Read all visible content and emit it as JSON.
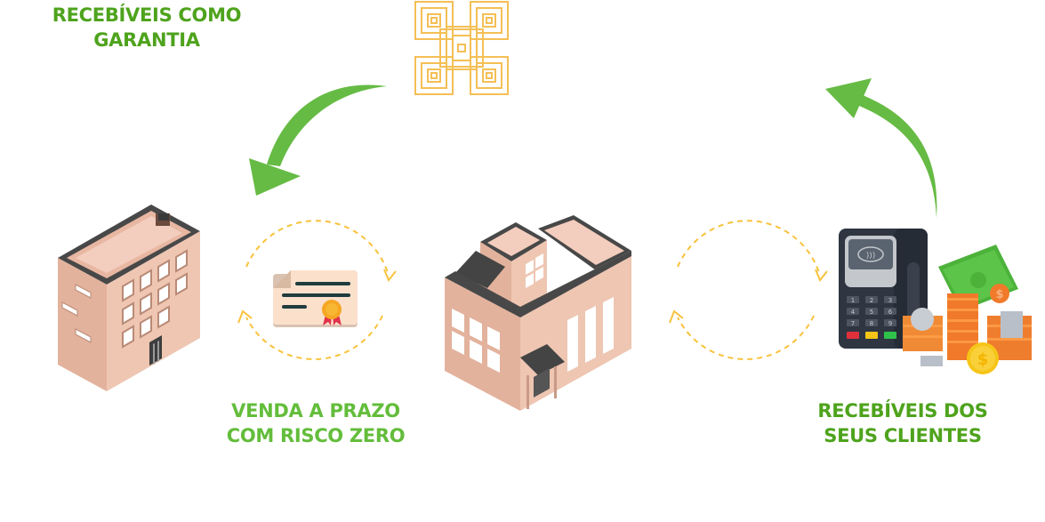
{
  "labels": {
    "collateral": {
      "line1": "RECEBÍVEIS COMO",
      "line2": "GARANTIA"
    },
    "term_sale": {
      "line1": "VENDA A PRAZO",
      "line2": "COM RISCO ZERO"
    },
    "receivables": {
      "line1": "RECEBÍVEIS DOS",
      "line2": "SEUS CLIENTES"
    }
  },
  "colors": {
    "label_dark_green": "#4ea31c",
    "label_light_green": "#63bd3b",
    "arrow_green": "#66bb44",
    "dash_yellow": "#f9c23c",
    "logo_gold": "#f4bf55",
    "building_wall": "#ecc2ae",
    "building_dark": "#484848",
    "pos_terminal": "#2f3642"
  },
  "icons": {
    "logo": "knot-logo-icon",
    "arrow_left": "curved-arrow-down-left-icon",
    "arrow_right": "curved-arrow-up-left-icon",
    "cycle_left": "cycle-arrows-icon",
    "cycle_right": "cycle-arrows-icon",
    "certificate": "certificate-icon",
    "bank_building": "office-building-icon",
    "shop_building": "store-building-icon",
    "pos_money": "pos-terminal-money-icon"
  },
  "pos_keys": [
    "1",
    "2",
    "3",
    "4",
    "5",
    "6",
    "7",
    "8",
    "9"
  ]
}
